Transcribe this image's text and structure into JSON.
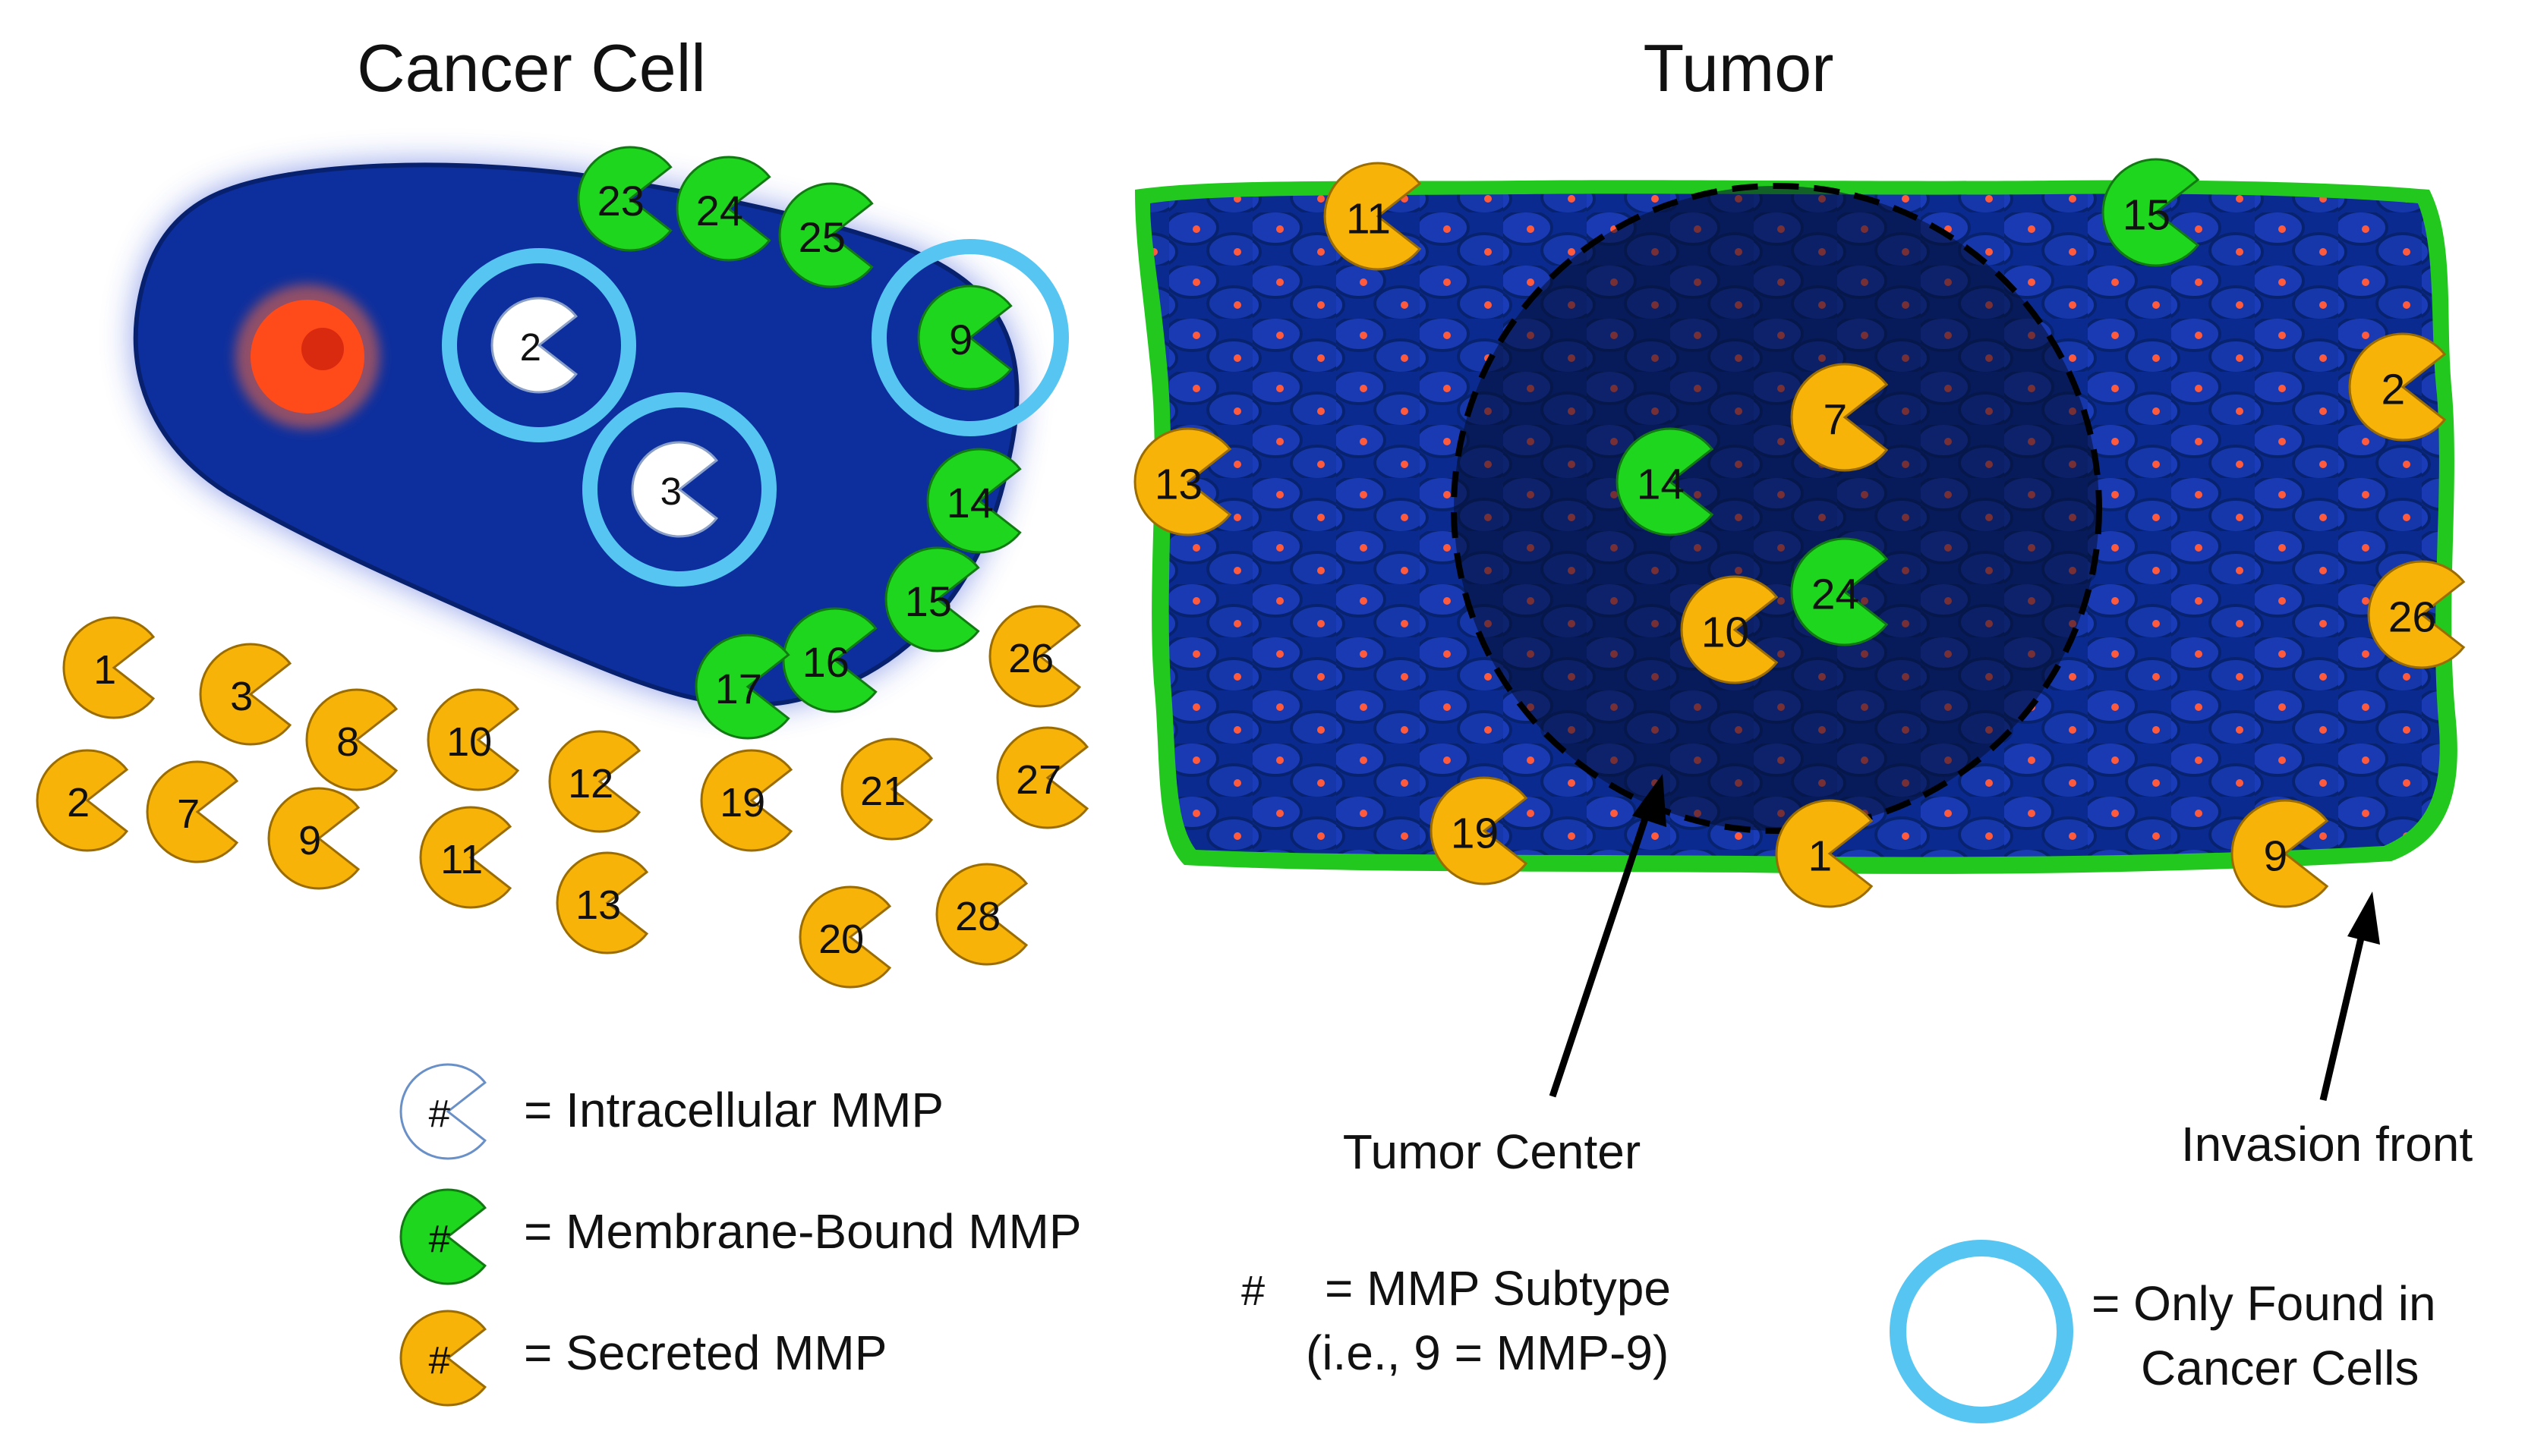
{
  "titles": {
    "cancer_cell": "Cancer Cell",
    "tumor": "Tumor"
  },
  "colors": {
    "cell_body": "#0d2f9e",
    "nucleus": "#ff4a1a",
    "membrane_mmp": "#1ed61e",
    "secreted_mmp": "#f7b307",
    "intracellular_mmp": "#ffffff",
    "cancer_only_ring": "#56c5f2",
    "tumor_border": "#22c81e"
  },
  "cancer_cell": {
    "intracellular_mmps": [
      "2",
      "3"
    ],
    "membrane_mmps": [
      "23",
      "24",
      "25",
      "9",
      "14",
      "15",
      "16",
      "17"
    ],
    "secreted_mmps": [
      "1",
      "3",
      "8",
      "10",
      "26",
      "2",
      "7",
      "9",
      "11",
      "12",
      "13",
      "19",
      "21",
      "20",
      "27",
      "28"
    ],
    "cancer_only": [
      "2",
      "3",
      "9"
    ]
  },
  "tumor": {
    "secreted_mmps": [
      "11",
      "2",
      "13",
      "26",
      "7",
      "10",
      "19",
      "1",
      "9"
    ],
    "membrane_mmps": [
      "15",
      "14",
      "24"
    ],
    "tumor_center_label": "Tumor Center",
    "invasion_front_label": "Invasion front"
  },
  "legend": {
    "symbol": "#",
    "intracellular": "= Intracellular MMP",
    "membrane": "= Membrane-Bound MMP",
    "secreted": "= Secreted MMP",
    "subtype_line1": "= MMP Subtype",
    "subtype_line2": "(i.e., 9 = MMP-9)",
    "cancer_only_line1": "= Only Found in",
    "cancer_only_line2": "Cancer Cells"
  }
}
